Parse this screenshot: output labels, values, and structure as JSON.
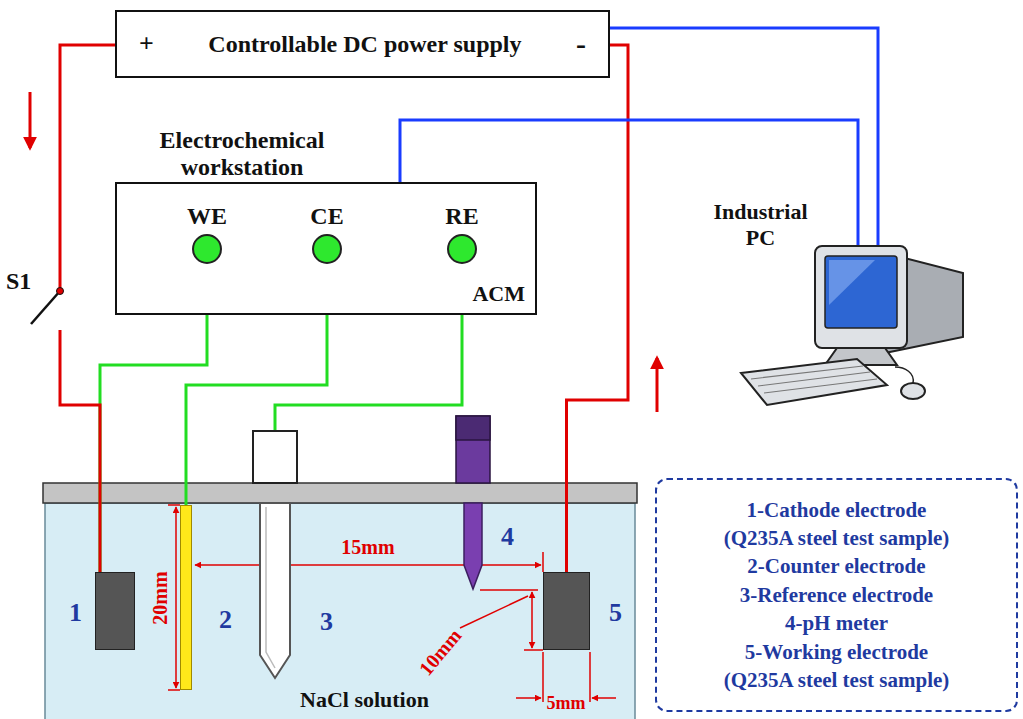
{
  "diagram": {
    "nodes": [
      {
        "text": [
          "+",
          "Controllable DC power supply",
          "-"
        ]
      },
      {
        "text": [
          "Electrochemical workstation",
          "ACM"
        ]
      },
      {
        "text": [
          "WE"
        ],
        "in": 1
      },
      {
        "text": [
          "CE"
        ],
        "in": 1
      },
      {
        "text": [
          "RE"
        ],
        "in": 1
      },
      {
        "text": [
          "Industrial PC"
        ]
      },
      {
        "text": [
          "NaCl solution"
        ]
      },
      {
        "text": [
          "1"
        ],
        "in": 6
      },
      {
        "text": [
          "2"
        ],
        "in": 6
      },
      {
        "text": [
          "3"
        ],
        "in": 6
      },
      {
        "text": [
          "4"
        ],
        "in": 6
      },
      {
        "text": [
          "5"
        ],
        "in": 6
      },
      {
        "text": [
          "1-Cathode electrode (Q235A steel test sample)",
          "2-Counter electrode",
          "3-Reference electrode",
          "4-pH meter",
          "5-Working electrode (Q235A steel test sample)"
        ]
      }
    ],
    "edges": [
      {
        "from": 2,
        "to": 7,
        "arrow": "none"
      },
      {
        "from": 3,
        "to": 8,
        "arrow": "none"
      },
      {
        "from": 4,
        "to": 9,
        "arrow": "none"
      },
      {
        "from": 0,
        "to": 7,
        "arrow": "none"
      },
      {
        "from": 0,
        "to": 11,
        "arrow": "none"
      },
      {
        "from": 5,
        "to": 0,
        "arrow": "none"
      },
      {
        "from": 5,
        "to": 1,
        "arrow": "none"
      }
    ],
    "labels": [
      "S1",
      "15mm",
      "20mm",
      "10mm",
      "5mm"
    ]
  }
}
